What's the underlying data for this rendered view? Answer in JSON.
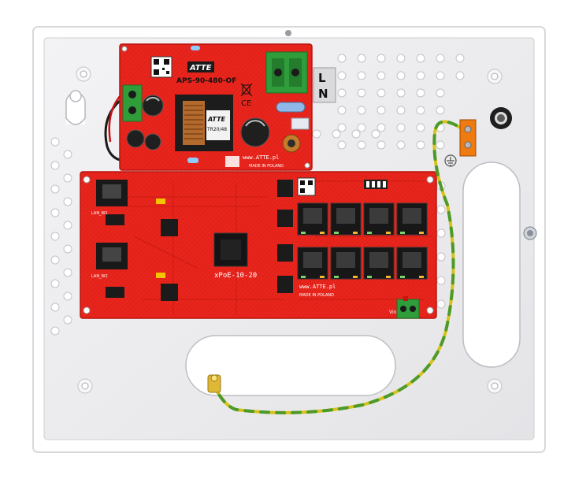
{
  "colors": {
    "enclosure": "#ececee",
    "enclosure_edge": "#c9c9cc",
    "pcb_red": "#e8251c",
    "pcb_dark": "#b8150f",
    "terminal_green": "#2f9e3a",
    "ground_wire_yellow": "#d8c21a",
    "ground_wire_green": "#4c9a2a",
    "ic_black": "#1b1b1b",
    "connector_orange": "#ef7a10"
  },
  "psu": {
    "brand": "ATTE",
    "model": "APS-90-480-OF",
    "transformer_brand": "ATTE",
    "transformer_model": "TR20/48",
    "website": "www.ATTE.pl",
    "origin": "MADE IN POLAND",
    "mains_label_l": "L",
    "mains_label_n": "N"
  },
  "switch_board": {
    "model": "xPoE-10-20",
    "website": "www.ATTE.pl",
    "origin": "MADE IN POLAND",
    "lan_w1_label": "LAN_W1",
    "lan_w2_label": "LAN_W2",
    "vin_label": "Vin",
    "rj45_port_count": 10
  },
  "icons": {
    "ground": "ground-symbol-icon",
    "qr": "qr-code-icon",
    "ce": "ce-mark-icon",
    "weee": "weee-bin-icon"
  }
}
